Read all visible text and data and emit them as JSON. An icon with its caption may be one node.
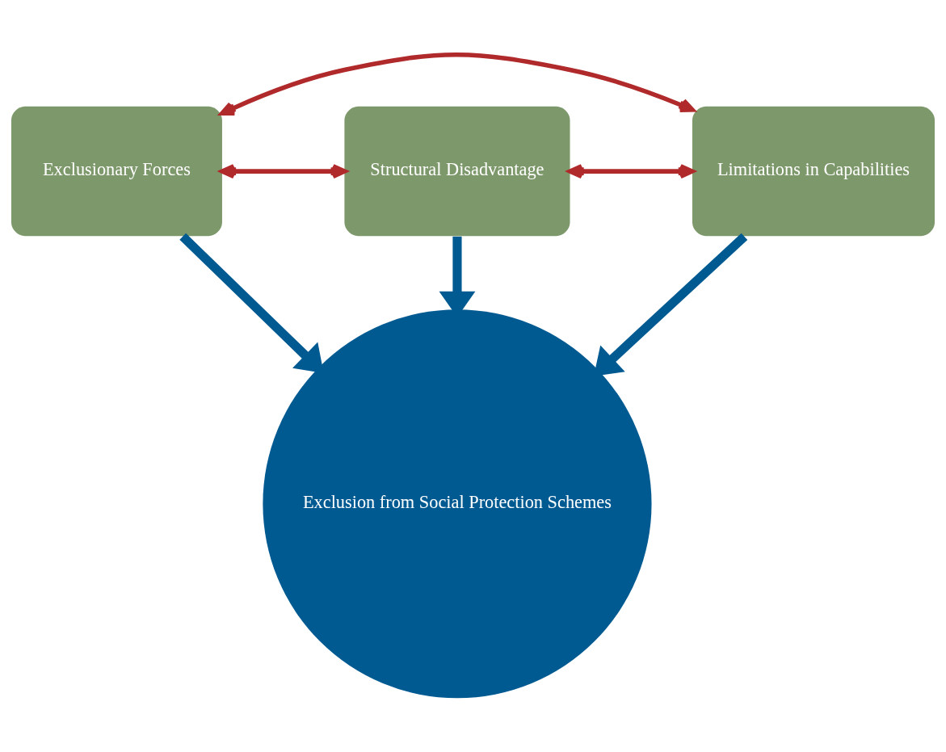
{
  "diagram": {
    "nodes": [
      {
        "text": [
          "Exclusionary Forces"
        ]
      },
      {
        "text": [
          "Exclusion from Social Protection Schemes"
        ]
      },
      {
        "text": [
          "Structural Disadvantage"
        ]
      },
      {
        "text": [
          "Limitations in Capabilities"
        ]
      }
    ],
    "edges": [
      {
        "from": 0,
        "to": 1,
        "arrow": "to",
        "style": "thick",
        "color": "#005a92"
      },
      {
        "from": 2,
        "to": 1,
        "arrow": "to",
        "style": "thick",
        "color": "#005a92"
      },
      {
        "from": 3,
        "to": 1,
        "arrow": "to",
        "style": "thick",
        "color": "#005a92"
      },
      {
        "from": 0,
        "to": 2,
        "arrow": "both",
        "color": "#b0292b"
      },
      {
        "from": 0,
        "to": 3,
        "arrow": "both",
        "color": "#b0292b"
      },
      {
        "from": 2,
        "to": 3,
        "arrow": "both",
        "color": "#b0292b"
      }
    ]
  }
}
